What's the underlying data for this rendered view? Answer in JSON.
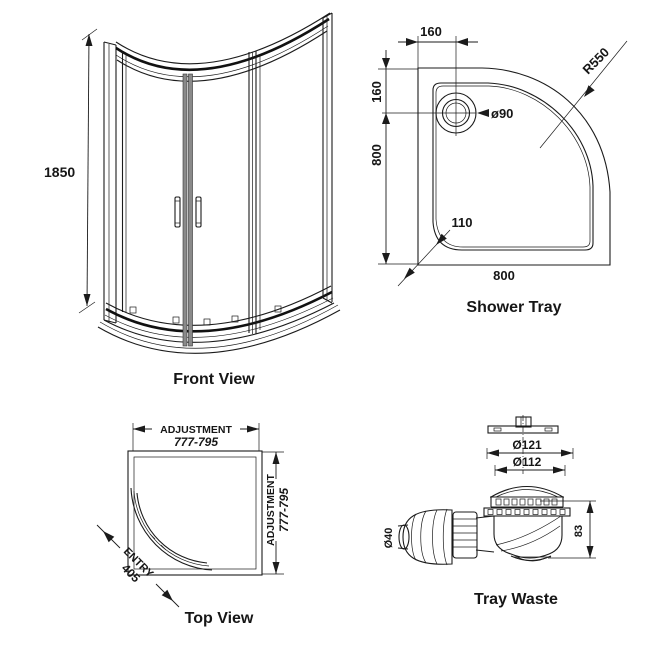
{
  "page": {
    "background": "#ffffff",
    "line_color": "#1b1b1b",
    "mullion_gray": "#8a8a8a"
  },
  "views": {
    "front_view": {
      "title": "Front View",
      "height": "1850"
    },
    "shower_tray": {
      "title": "Shower Tray",
      "top_offset": "160",
      "left_offset": "160",
      "side_length_left": "800",
      "side_length_bottom": "800",
      "waste_diameter": "ø90",
      "corner_radius": "R550",
      "inner_corner_radius": "110"
    },
    "top_view": {
      "title": "Top View",
      "adjustment_label_top": "ADJUSTMENT",
      "adjustment_range_top": "777-795",
      "adjustment_label_right": "ADJUSTMENT",
      "adjustment_range_right": "777-795",
      "entry_label": "ENTRY",
      "entry_width": "405"
    },
    "tray_waste": {
      "title": "Tray Waste",
      "flange_diameter": "Ø121",
      "dome_diameter": "Ø112",
      "outlet_diameter": "Ø40",
      "height": "83"
    }
  }
}
